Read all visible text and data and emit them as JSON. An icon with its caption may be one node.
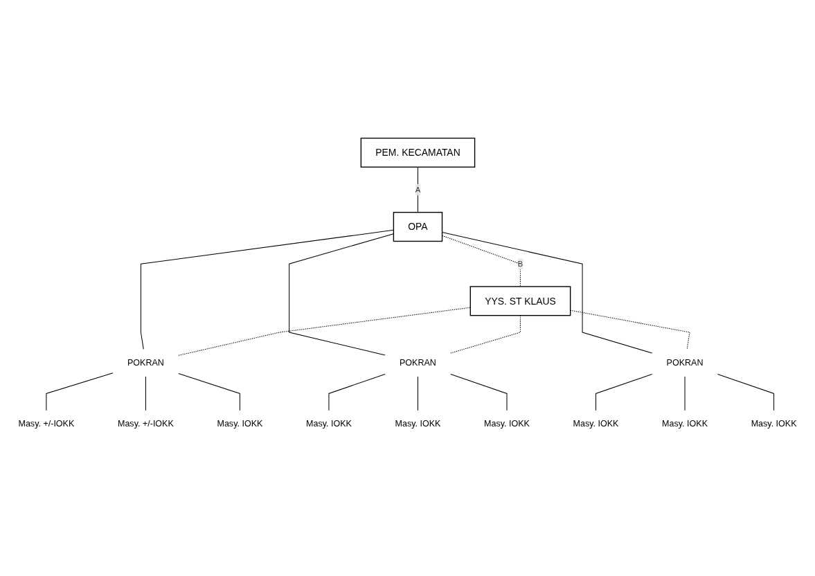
{
  "diagram": {
    "nodes": [
      {
        "text": [
          "PEM. KECAMATAN"
        ]
      },
      {
        "text": [
          "OPA"
        ]
      },
      {
        "text": [
          "YYS. ST KLAUS"
        ]
      },
      {
        "text": [
          "POKRAN"
        ]
      },
      {
        "text": [
          "POKRAN"
        ]
      },
      {
        "text": [
          "POKRAN"
        ]
      },
      {
        "text": [
          "Masy. +/-IOKK"
        ]
      },
      {
        "text": [
          "Masy. +/-IOKK"
        ]
      },
      {
        "text": [
          "Masy. IOKK"
        ]
      },
      {
        "text": [
          "Masy. IOKK"
        ]
      },
      {
        "text": [
          "Masy. IOKK"
        ]
      },
      {
        "text": [
          "Masy. IOKK"
        ]
      },
      {
        "text": [
          "Masy. IOKK"
        ]
      },
      {
        "text": [
          "Masy. IOKK"
        ]
      },
      {
        "text": [
          "Masy. IOKK"
        ]
      }
    ],
    "edges": [
      {
        "from": 0,
        "to": 1,
        "arrow": "none",
        "label": "A"
      },
      {
        "from": 1,
        "to": 2,
        "arrow": "none",
        "label": "B",
        "style": "dashed"
      },
      {
        "from": 1,
        "to": 3,
        "arrow": "none"
      },
      {
        "from": 1,
        "to": 4,
        "arrow": "none"
      },
      {
        "from": 1,
        "to": 5,
        "arrow": "none"
      },
      {
        "from": 2,
        "to": 3,
        "arrow": "none",
        "style": "dashed"
      },
      {
        "from": 2,
        "to": 4,
        "arrow": "none",
        "style": "dashed"
      },
      {
        "from": 2,
        "to": 5,
        "arrow": "none",
        "style": "dashed"
      },
      {
        "from": 3,
        "to": 6,
        "arrow": "none"
      },
      {
        "from": 3,
        "to": 7,
        "arrow": "none"
      },
      {
        "from": 3,
        "to": 8,
        "arrow": "none"
      },
      {
        "from": 4,
        "to": 9,
        "arrow": "none"
      },
      {
        "from": 4,
        "to": 10,
        "arrow": "none"
      },
      {
        "from": 4,
        "to": 11,
        "arrow": "none"
      },
      {
        "from": 5,
        "to": 12,
        "arrow": "none"
      },
      {
        "from": 5,
        "to": 13,
        "arrow": "none"
      },
      {
        "from": 5,
        "to": 14,
        "arrow": "none"
      }
    ]
  }
}
